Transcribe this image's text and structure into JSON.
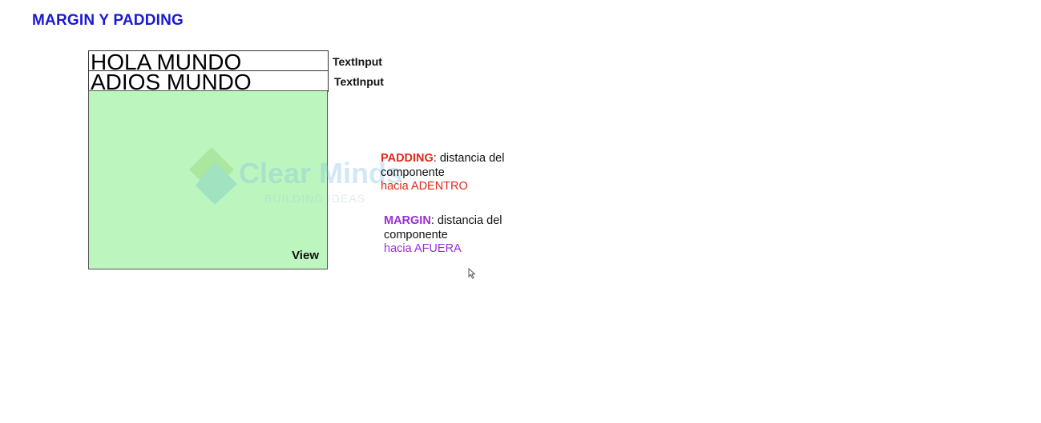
{
  "title": "MARGIN Y PADDING",
  "inputs": [
    {
      "value": "HOLA MUNDO",
      "caption": "TextInput"
    },
    {
      "value": "ADIOS MUNDO",
      "caption": "TextInput"
    }
  ],
  "view": {
    "label": "View",
    "background_color": "#bdf5be"
  },
  "watermark": {
    "text": "Clear Minds",
    "subtitle": "BUILDING IDEAS"
  },
  "notes": {
    "padding": {
      "keyword": "PADDING",
      "text": ": distancia del componente",
      "direction": "hacia ADENTRO",
      "color": "#e02a1a"
    },
    "margin": {
      "keyword": "MARGIN",
      "text": ": distancia del componente",
      "direction": "hacia AFUERA",
      "color": "#9a2ed6"
    }
  },
  "colors": {
    "title": "#1a1ad6"
  },
  "cursor_icon": "mouse-pointer-icon"
}
